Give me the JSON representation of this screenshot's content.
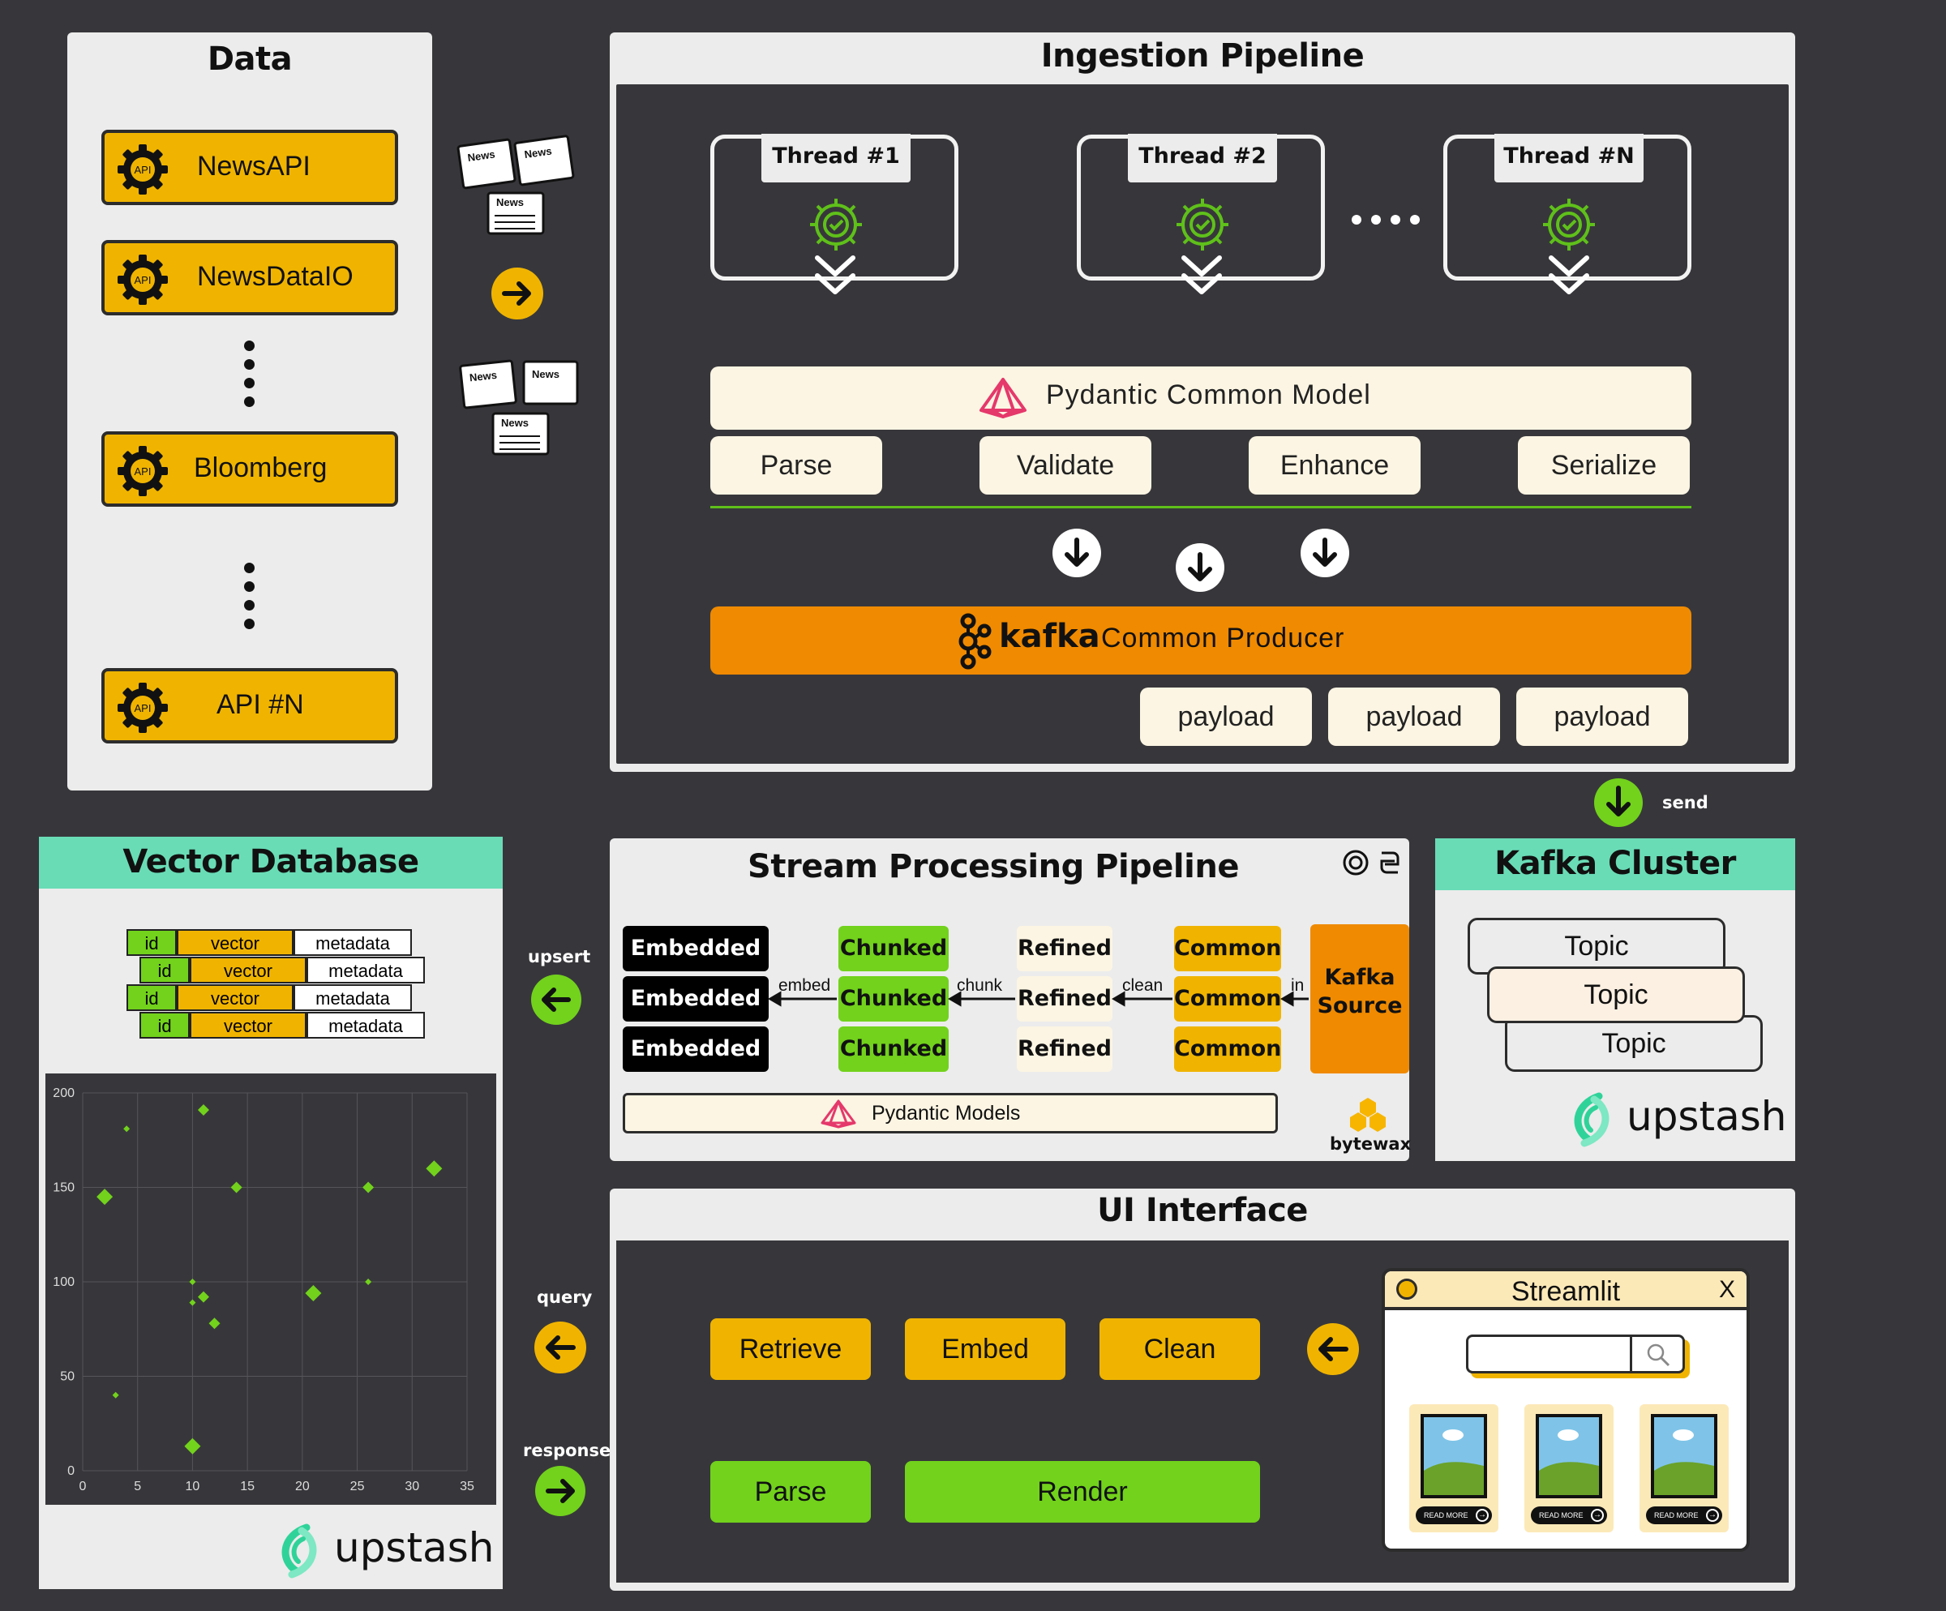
{
  "data_panel": {
    "title": "Data",
    "sources": [
      "NewsAPI",
      "NewsDataIO",
      "Bloomberg",
      "API #N"
    ],
    "api_badge": "API",
    "icon": "gear-api-icon"
  },
  "news_icon_label": "News",
  "ingestion": {
    "title": "Ingestion Pipeline",
    "threads": [
      "Thread #1",
      "Thread #2",
      "Thread #N"
    ],
    "model": "Pydantic Common Model",
    "steps": [
      "Parse",
      "Validate",
      "Enhance",
      "Serialize"
    ],
    "kafka_logo": "kafka",
    "producer": "Common Producer",
    "payloads": [
      "payload",
      "payload",
      "payload"
    ]
  },
  "send_label": "send",
  "stream": {
    "title": "Stream Processing Pipeline",
    "embedded": [
      "Embedded",
      "Embedded",
      "Embedded"
    ],
    "chunked": [
      "Chunked",
      "Chunked",
      "Chunked"
    ],
    "refined": [
      "Refined",
      "Refined",
      "Refined"
    ],
    "common": [
      "Common",
      "Common",
      "Common"
    ],
    "source": [
      "Kafka",
      "Source"
    ],
    "edges": {
      "embed": "embed",
      "chunk": "chunk",
      "clean": "clean",
      "in": "in"
    },
    "models": "Pydantic Models",
    "bytewax": "bytewax"
  },
  "kafka_cluster": {
    "title": "Kafka Cluster",
    "topics": [
      "Topic",
      "Topic",
      "Topic"
    ],
    "brand": "upstash"
  },
  "vector_db": {
    "title": "Vector Database",
    "rows": [
      {
        "id": "id",
        "vector": "vector",
        "metadata": "metadata"
      },
      {
        "id": "id",
        "vector": "vector",
        "metadata": "metadata"
      },
      {
        "id": "id",
        "vector": "vector",
        "metadata": "metadata"
      },
      {
        "id": "id",
        "vector": "vector",
        "metadata": "metadata"
      }
    ],
    "brand": "upstash"
  },
  "side_labels": {
    "upsert": "upsert",
    "query": "query",
    "response": "response"
  },
  "ui": {
    "title": "UI Interface",
    "buttons_top": [
      "Retrieve",
      "Embed",
      "Clean"
    ],
    "buttons_bottom": [
      "Parse",
      "Render"
    ],
    "streamlit_title": "Streamlit",
    "close_glyph": "X",
    "read_more": "READ MORE"
  },
  "colors": {
    "yellow": "#f0b400",
    "green": "#72d21c",
    "orange": "#f08a00",
    "teal": "#69dcb6",
    "dark": "#37373b",
    "cream": "#fcf5e3"
  },
  "chart_data": {
    "type": "scatter",
    "xlim": [
      0,
      35
    ],
    "ylim": [
      0,
      200
    ],
    "xticks": [
      0,
      5,
      10,
      15,
      20,
      25,
      30,
      35
    ],
    "yticks": [
      0,
      50,
      100,
      150,
      200
    ],
    "grid": true,
    "points": [
      {
        "x": 2,
        "y": 145,
        "size": "large"
      },
      {
        "x": 4,
        "y": 181,
        "size": "small"
      },
      {
        "x": 11,
        "y": 191,
        "size": "medium"
      },
      {
        "x": 14,
        "y": 150,
        "size": "medium"
      },
      {
        "x": 26,
        "y": 150,
        "size": "medium"
      },
      {
        "x": 32,
        "y": 160,
        "size": "large"
      },
      {
        "x": 10,
        "y": 100,
        "size": "small"
      },
      {
        "x": 10,
        "y": 89,
        "size": "small"
      },
      {
        "x": 11,
        "y": 92,
        "size": "medium"
      },
      {
        "x": 12,
        "y": 78,
        "size": "medium"
      },
      {
        "x": 21,
        "y": 94,
        "size": "large"
      },
      {
        "x": 26,
        "y": 100,
        "size": "small"
      },
      {
        "x": 3,
        "y": 40,
        "size": "small"
      },
      {
        "x": 10,
        "y": 13,
        "size": "large"
      }
    ]
  }
}
